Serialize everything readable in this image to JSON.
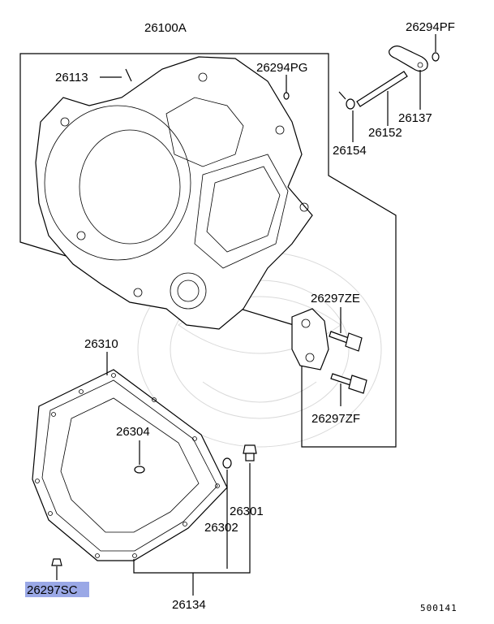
{
  "diagram": {
    "figure_number": "500141",
    "highlighted_part": "26297SC",
    "labels": {
      "p26100A": "26100A",
      "p26113": "26113",
      "p26294PG": "26294PG",
      "p26294PF": "26294PF",
      "p26137": "26137",
      "p26152": "26152",
      "p26154": "26154",
      "p26297ZE": "26297ZE",
      "p26297ZF": "26297ZF",
      "p26310": "26310",
      "p26304": "26304",
      "p26301": "26301",
      "p26302": "26302",
      "p26134": "26134",
      "p26297SC": "26297SC"
    },
    "colors": {
      "highlight": "#9aa8e6",
      "line": "#000000"
    }
  }
}
